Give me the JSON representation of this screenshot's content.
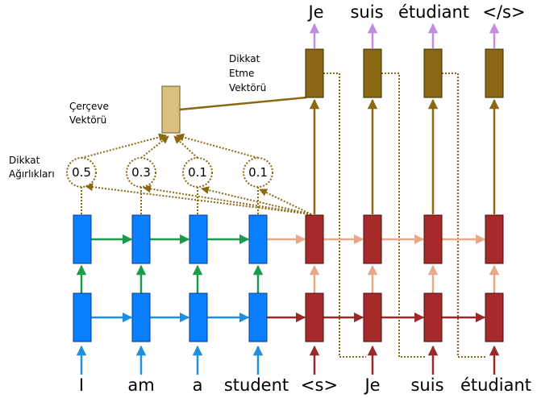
{
  "source_tokens": [
    "I",
    "am",
    "a",
    "student"
  ],
  "target_input_tokens": [
    "<s>",
    "Je",
    "suis",
    "étudiant"
  ],
  "output_tokens": [
    "Je",
    "suis",
    "étudiant",
    "</s>"
  ],
  "attention_weights": [
    "0.5",
    "0.3",
    "0.1",
    "0.1"
  ],
  "labels": {
    "attention_weights": [
      "Dikkat",
      "Ağırlıkları"
    ],
    "context_vector": [
      "Çerçeve",
      "Vektörü"
    ],
    "attention_vector": [
      "Dikkat",
      "Etme",
      "Vektörü"
    ]
  },
  "colors": {
    "encoder_cell": "#0a7fff",
    "decoder_cell": "#a62a2a",
    "attention_cell": "#8b6914",
    "context_cell": "#dbbf7e",
    "green_arrow": "#1a9a4a",
    "blue_arrow": "#1e8fe0",
    "decoder_h_arrow_top": "#e8a88a",
    "decoder_v_arrow": "#e8a88a",
    "decoder_h_arrow_bottom": "#9a2a2a",
    "output_arrow": "#c58be0",
    "attention_line": "#8b6914"
  }
}
